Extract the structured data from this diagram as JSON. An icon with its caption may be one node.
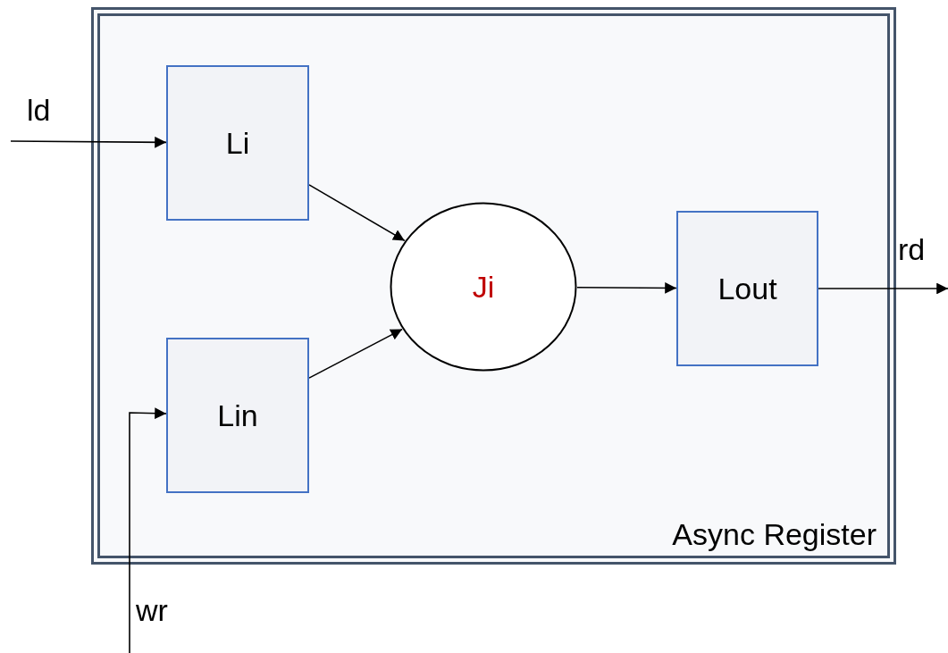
{
  "diagram": {
    "nodes": [
      {
        "text": [
          "Async Register"
        ]
      },
      {
        "text": [
          "Li"
        ],
        "in": 0
      },
      {
        "text": [
          "Lin"
        ],
        "in": 0
      },
      {
        "text": [
          "Ji"
        ],
        "in": 0
      },
      {
        "text": [
          "Lout"
        ],
        "in": 0
      }
    ],
    "edges": [
      {
        "from": null,
        "to": 1,
        "arrow": "to",
        "label": "ld"
      },
      {
        "from": null,
        "to": 2,
        "arrow": "to",
        "label": "wr"
      },
      {
        "from": 1,
        "to": 3,
        "arrow": "to"
      },
      {
        "from": 2,
        "to": 3,
        "arrow": "to"
      },
      {
        "from": 3,
        "to": 4,
        "arrow": "to"
      },
      {
        "from": 4,
        "to": null,
        "arrow": "to",
        "label": "rd"
      }
    ]
  }
}
